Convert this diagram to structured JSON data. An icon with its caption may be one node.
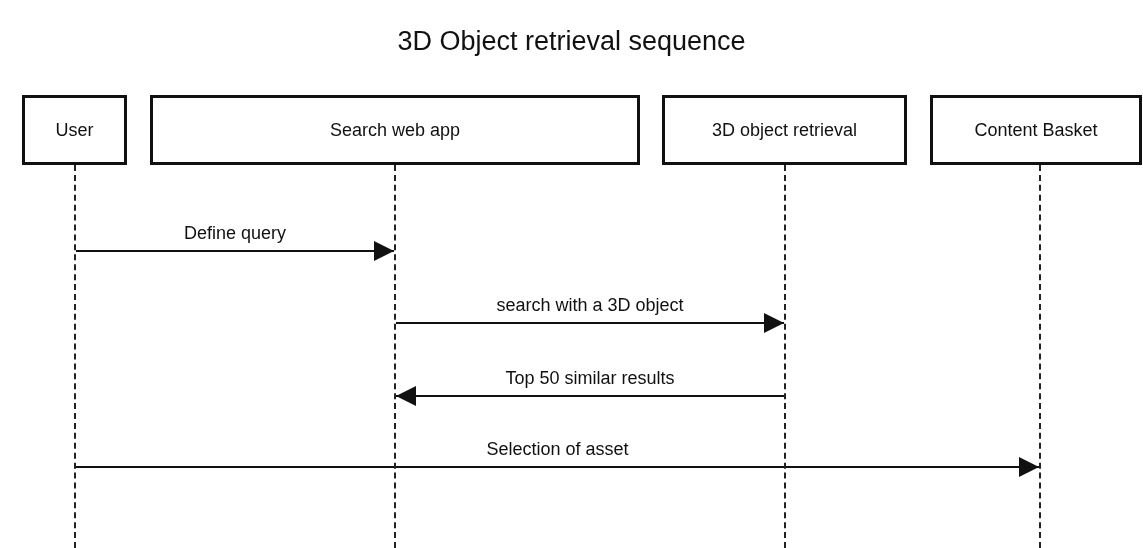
{
  "diagram": {
    "title": "3D Object retrieval sequence",
    "nodes": [
      {
        "text": [
          "User"
        ]
      },
      {
        "text": [
          "Search web app"
        ]
      },
      {
        "text": [
          "3D object retrieval"
        ]
      },
      {
        "text": [
          "Content Basket"
        ]
      },
      {
        "text": [],
        "shape": "line"
      },
      {
        "text": [],
        "shape": "line"
      },
      {
        "text": [],
        "shape": "line"
      },
      {
        "text": [],
        "shape": "line"
      }
    ],
    "edges": [
      {
        "from": 4,
        "to": 5,
        "arrow": "to",
        "label": "Define query"
      },
      {
        "from": 5,
        "to": 6,
        "arrow": "to",
        "label": "search with a 3D object"
      },
      {
        "from": 6,
        "to": 5,
        "arrow": "to",
        "label": "Top 50 similar results"
      },
      {
        "from": 4,
        "to": 7,
        "arrow": "to",
        "label": "Selection of asset"
      }
    ]
  }
}
